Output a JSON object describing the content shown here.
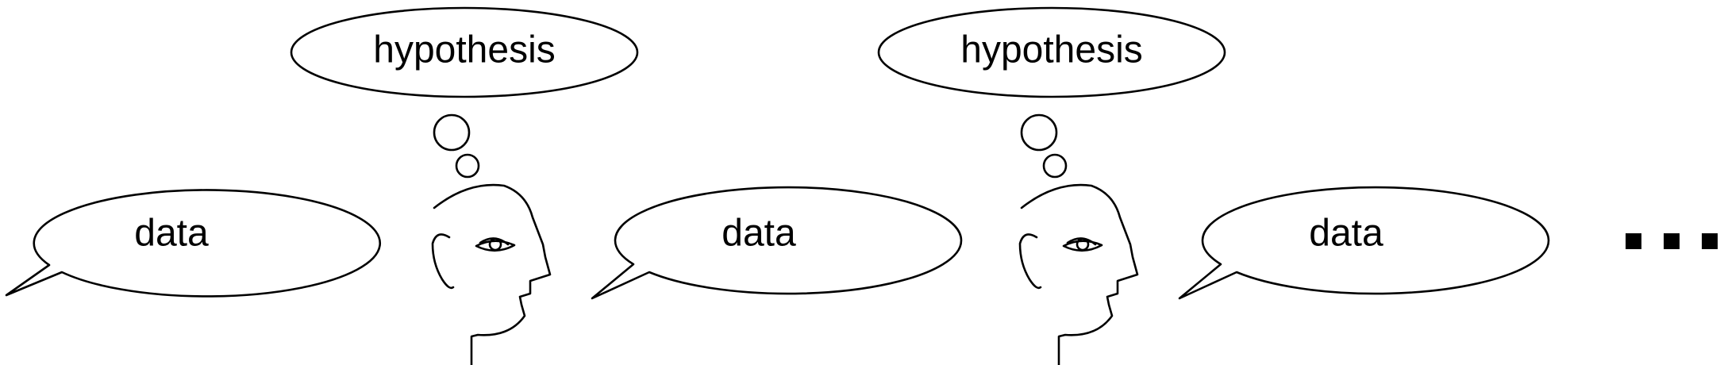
{
  "labels": {
    "hypothesis_1": "hypothesis",
    "hypothesis_2": "hypothesis",
    "data_1": "data",
    "data_2": "data",
    "data_3": "data"
  }
}
